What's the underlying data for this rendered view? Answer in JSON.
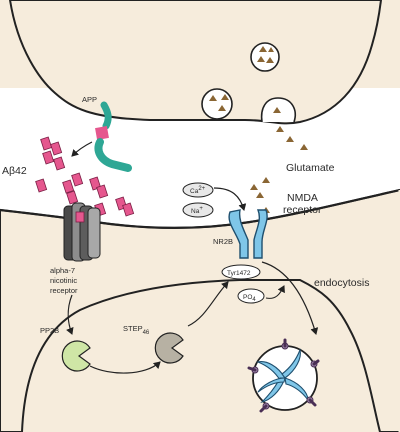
{
  "colors": {
    "background": "#f6ecdc",
    "cleft": "#ffffff",
    "membrane": "#222222",
    "teal": "#2ea795",
    "pink": "#e5578e",
    "receptor_blue": "#7fc6e8",
    "pp2b_green": "#cfe6a6",
    "step_gray": "#b7b1a3"
  },
  "labels": {
    "app": "APP",
    "abeta": "Aβ42",
    "glutamate": "Glutamate",
    "ca": "Ca",
    "ca_sup": "2+",
    "na": "Na",
    "na_sup": "+",
    "nmda_line1": "NMDA",
    "nmda_line2": "receptor",
    "nr2b": "NR2B",
    "tyr": "Tyr1472",
    "po4": "PO",
    "po4_sub": "4",
    "alpha_line1": "alpha-7",
    "alpha_line2": "nicotinic",
    "alpha_line3": "receptor",
    "endocytosis": "endocytosis",
    "pp2b": "PP2B",
    "step": "STEP",
    "step_sub": "46"
  },
  "icons": {
    "glutamate": "triangle-icon",
    "abeta": "peptide-cube-icon",
    "endosome": "endocytic-vesicle-icon"
  }
}
